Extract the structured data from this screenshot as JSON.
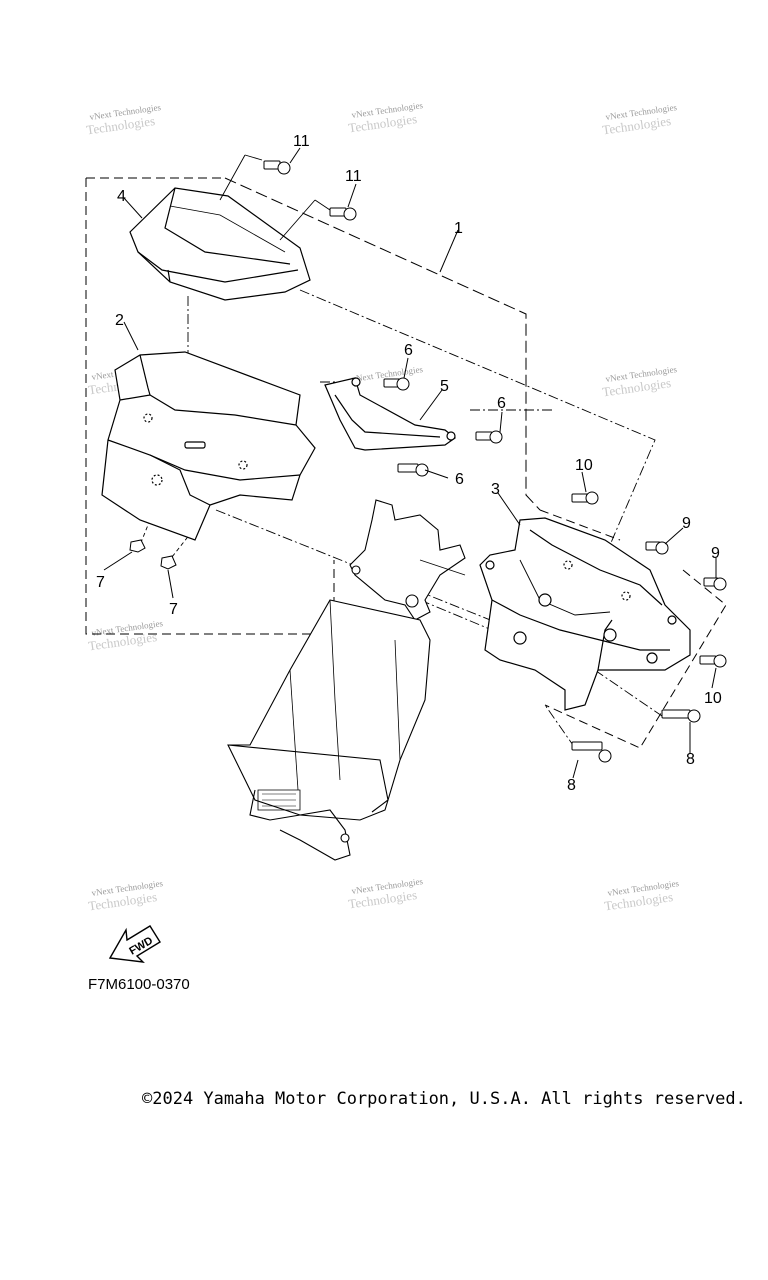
{
  "watermark": {
    "line1": "vNext Technologies",
    "line2": "Technologies"
  },
  "callouts": {
    "c1": "1",
    "c2": "2",
    "c3": "3",
    "c4": "4",
    "c5": "5",
    "c6a": "6",
    "c6b": "6",
    "c6c": "6",
    "c7a": "7",
    "c7b": "7",
    "c8a": "8",
    "c8b": "8",
    "c9a": "9",
    "c9b": "9",
    "c10a": "10",
    "c10b": "10",
    "c11a": "11",
    "c11b": "11"
  },
  "fwd_label": "FWD",
  "figure_code": "F7M6100-0370",
  "copyright": "©2024 Yamaha Motor Corporation, U.S.A. All rights reserved."
}
